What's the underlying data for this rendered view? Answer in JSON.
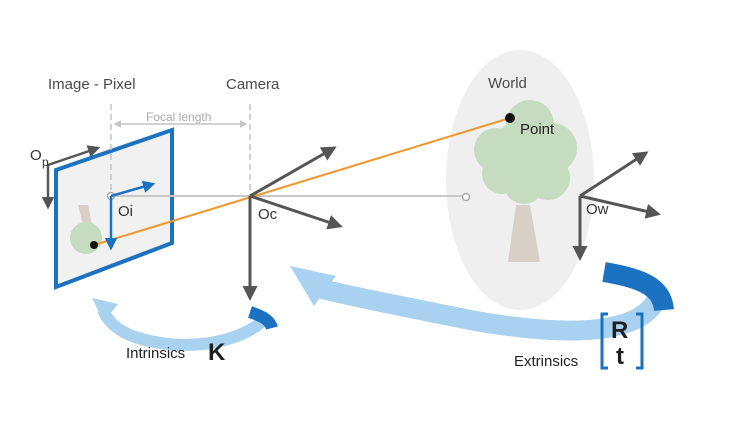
{
  "labels": {
    "image_pixel": "Image - Pixel",
    "camera": "Camera",
    "world": "World",
    "focal_length": "Focal length",
    "point": "Point",
    "origin_pixel": "O",
    "origin_pixel_sub": "p",
    "origin_image": "Oi",
    "origin_camera": "Oc",
    "origin_world": "Ow",
    "intrinsics": "Intrinsics",
    "intrinsics_symbol": "K",
    "extrinsics": "Extrinsics",
    "extrinsics_R": "R",
    "extrinsics_t": "t"
  },
  "colors": {
    "image_plane_border": "#1a72c0",
    "image_plane_fill": "#f1f1f1",
    "axis_dark": "#555555",
    "axis_blue": "#1a72c0",
    "ray": "#f0962b",
    "optical_axis": "#c8c8c8",
    "guide": "#c4c4c4",
    "world_ellipse": "#efefef",
    "tree_foliage": "#c5dcc0",
    "tree_trunk": "#d8cfc6",
    "arc_light": "#a8d2ef",
    "arc_dark": "#1a72c0",
    "bracket": "#1a72c0"
  }
}
